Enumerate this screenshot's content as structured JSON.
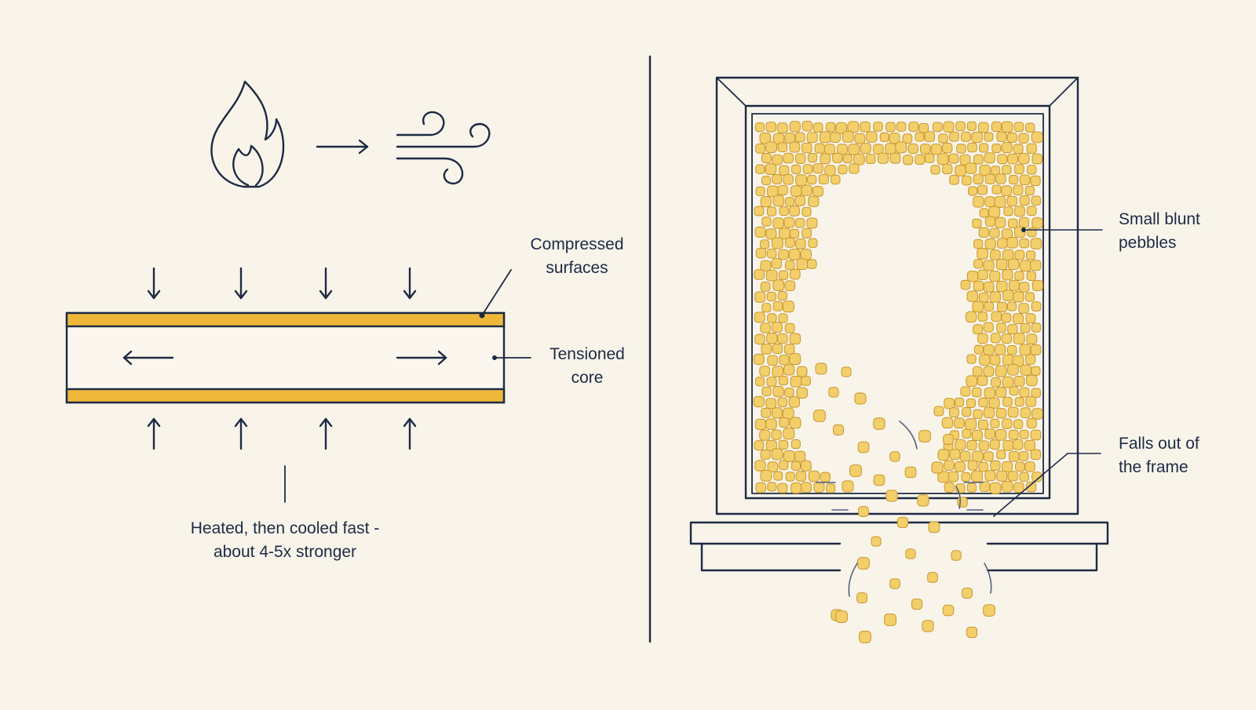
{
  "labels": {
    "compressed": {
      "line1": "Compressed",
      "line2": "surfaces"
    },
    "tensioned": {
      "line1": "Tensioned",
      "line2": "core"
    },
    "heated": {
      "line1": "Heated, then cooled fast -",
      "line2": "about 4-5x stronger"
    },
    "pebbles": {
      "line1": "Small blunt",
      "line2": "pebbles"
    },
    "falls": {
      "line1": "Falls out of",
      "line2": "the frame"
    }
  },
  "icons": [
    "flame-icon",
    "arrow-right-icon",
    "wind-icon"
  ],
  "colors": {
    "background": "#f8f4ea",
    "ink": "#1d2a44",
    "glass_surface": "#f0b83a",
    "pebble_fill": "#f2cf6b",
    "pebble_stroke": "#c9962c"
  }
}
